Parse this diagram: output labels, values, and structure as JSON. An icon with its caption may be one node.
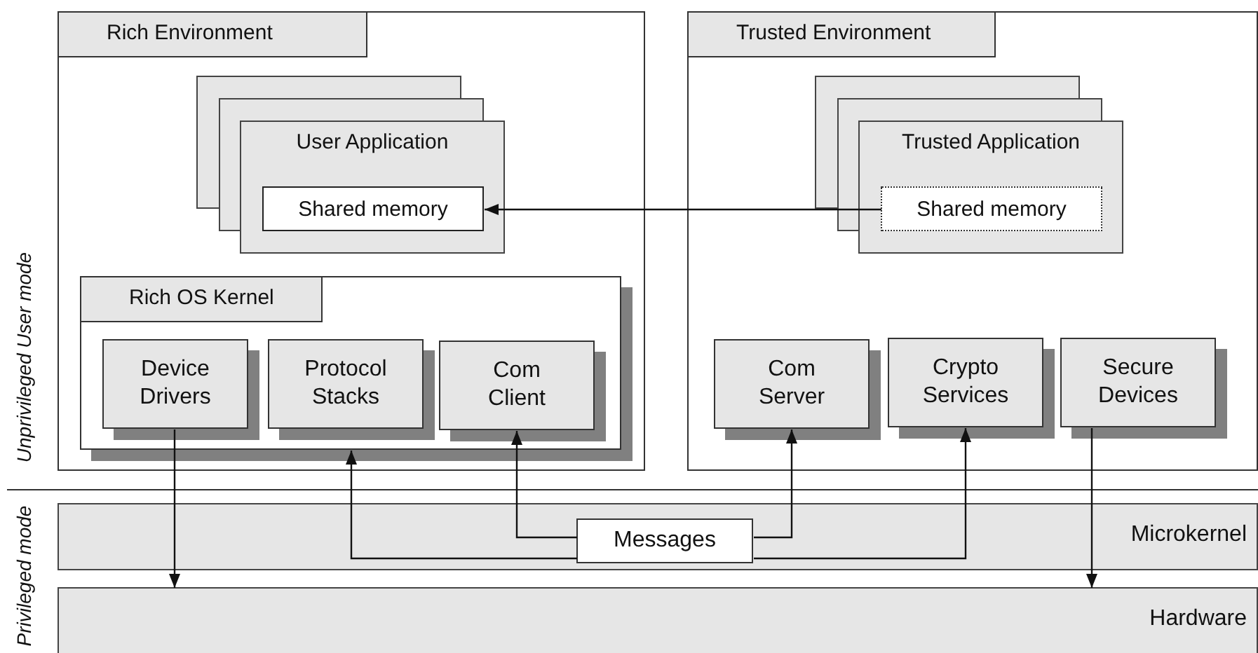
{
  "diagram": {
    "nodes": [
      {
        "text": [
          "Rich Environment"
        ]
      },
      {
        "text": [
          "User Application"
        ],
        "in": 0
      },
      {
        "text": [
          "Shared memory"
        ],
        "in": 1
      },
      {
        "text": [
          "Rich OS Kernel"
        ],
        "in": 0
      },
      {
        "text": [
          "Device Drivers"
        ],
        "in": 3
      },
      {
        "text": [
          "Protocol Stacks"
        ],
        "in": 3
      },
      {
        "text": [
          "Com Client"
        ],
        "in": 3
      },
      {
        "text": [
          "Trusted Environment"
        ]
      },
      {
        "text": [
          "Trusted Application"
        ],
        "in": 7
      },
      {
        "text": [
          "Shared memory"
        ],
        "in": 8
      },
      {
        "text": [
          "Com Server"
        ],
        "in": 7
      },
      {
        "text": [
          "Crypto Services"
        ],
        "in": 7
      },
      {
        "text": [
          "Secure Devices"
        ],
        "in": 7
      },
      {
        "text": [
          "Microkernel"
        ]
      },
      {
        "text": [
          "Messages"
        ],
        "in": 13
      },
      {
        "text": [
          "Hardware"
        ]
      }
    ],
    "edges": [
      {
        "from": 9,
        "to": 2,
        "arrow": "to"
      },
      {
        "from": 4,
        "to": 15,
        "arrow": "to"
      },
      {
        "from": 14,
        "to": 3,
        "arrow": "to"
      },
      {
        "from": 14,
        "to": 6,
        "arrow": "to"
      },
      {
        "from": 14,
        "to": 10,
        "arrow": "to"
      },
      {
        "from": 14,
        "to": 11,
        "arrow": "to"
      },
      {
        "from": 12,
        "to": 15,
        "arrow": "to"
      }
    ],
    "labels": [
      "Unprivileged User mode",
      "Privileged mode"
    ]
  }
}
